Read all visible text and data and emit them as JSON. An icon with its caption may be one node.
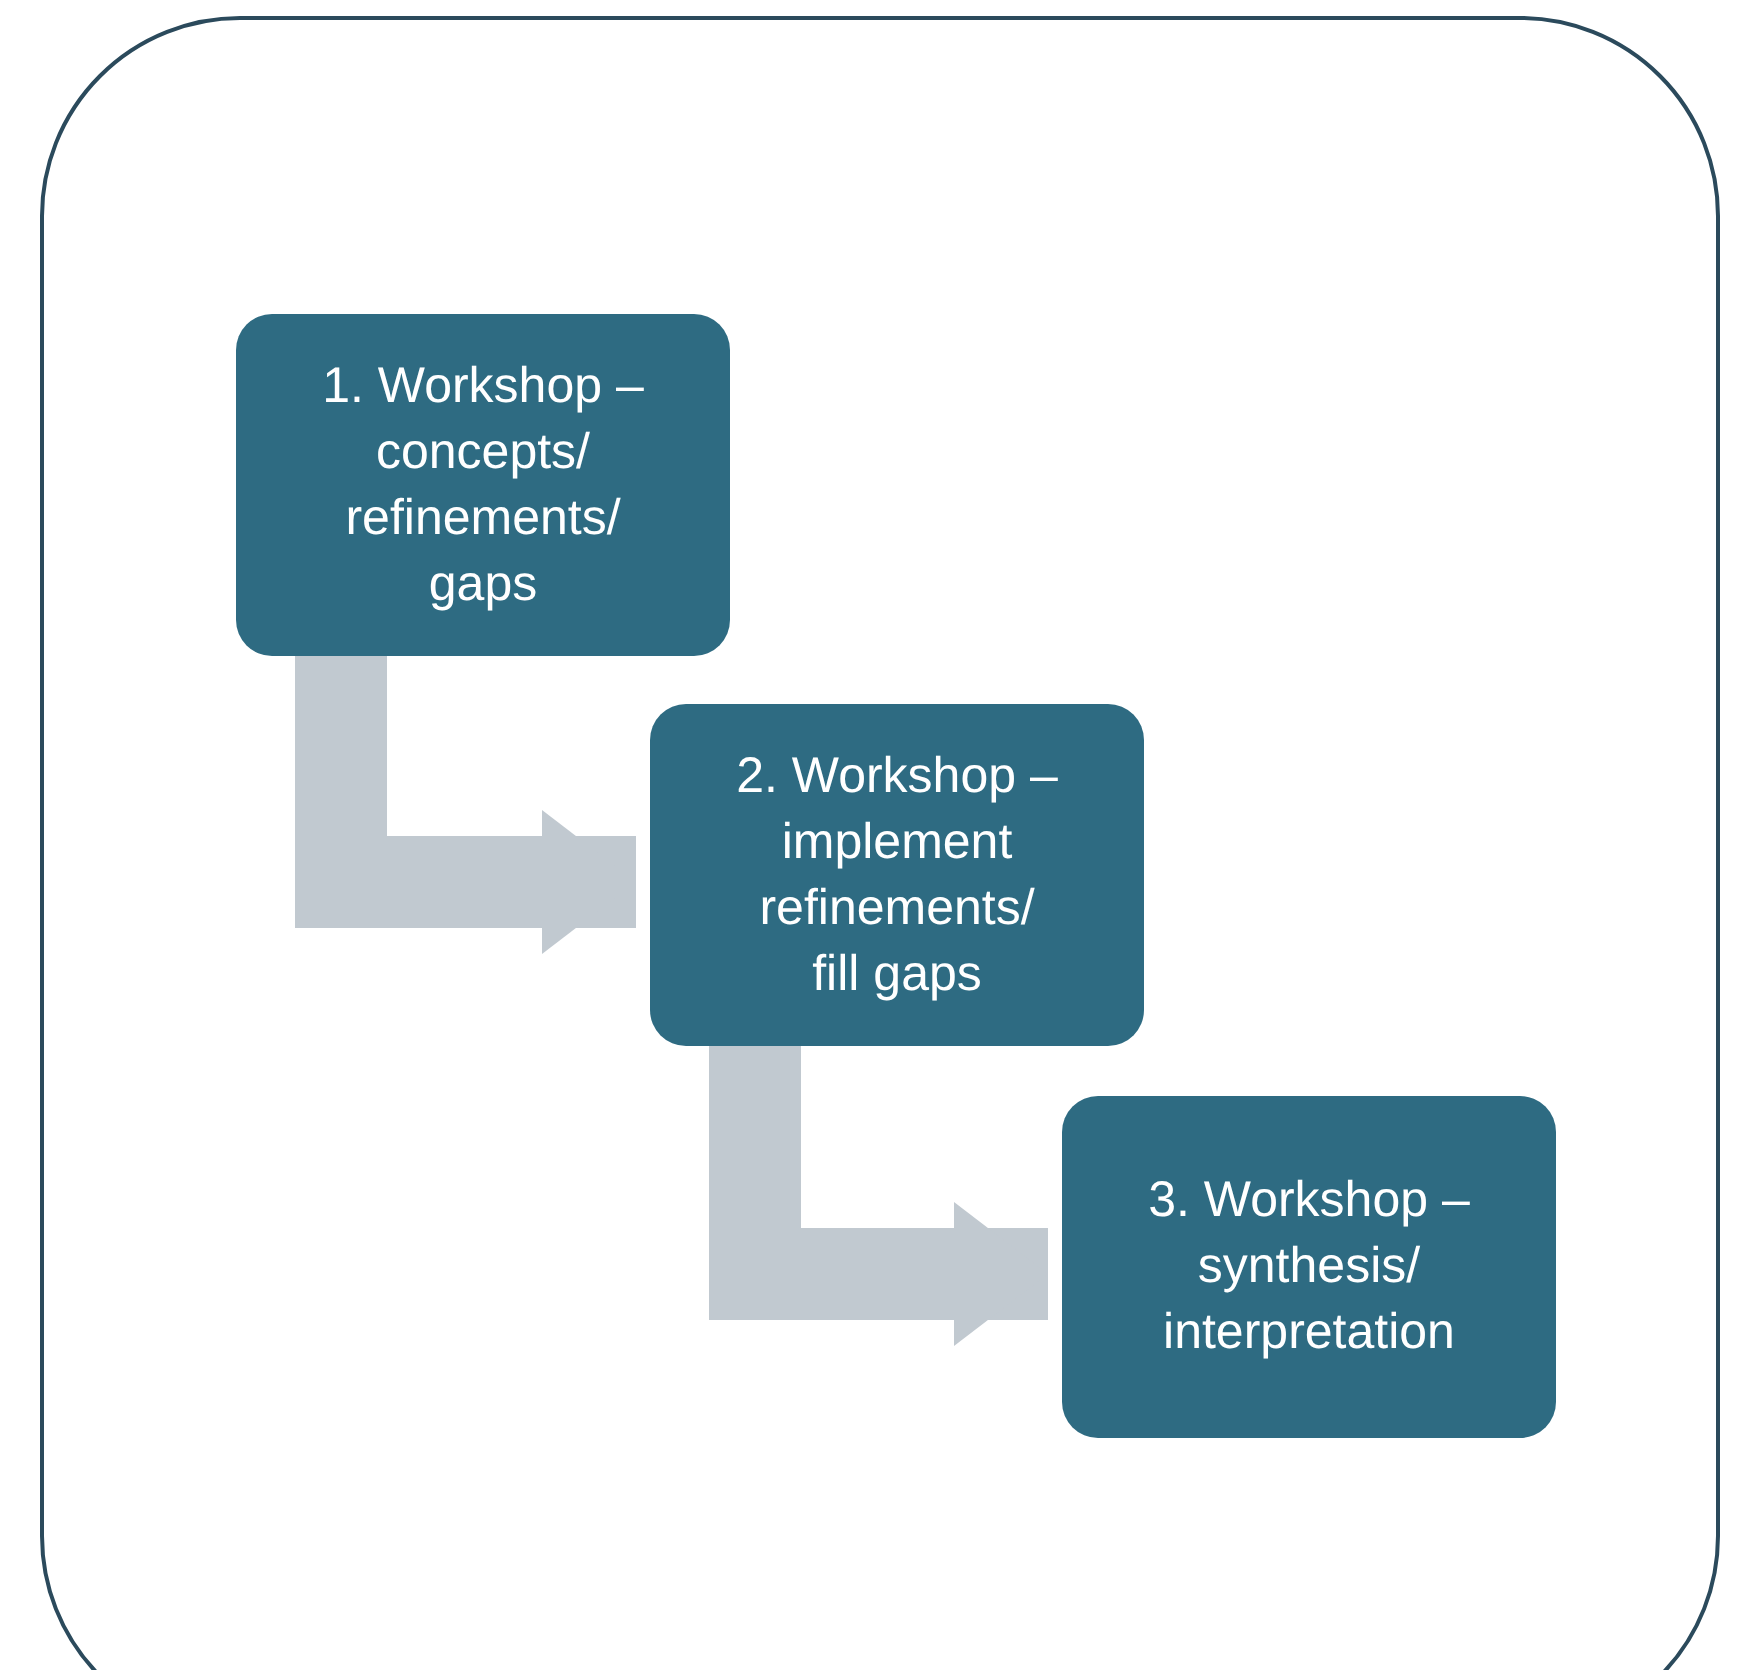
{
  "diagram": {
    "nodes": [
      {
        "text": [
          "1. Workshop – concepts/ refinements/ gaps"
        ]
      },
      {
        "text": [
          "2. Workshop – implement refinements/ fill gaps"
        ]
      },
      {
        "text": [
          "3. Workshop – synthesis/ interpretation"
        ]
      }
    ],
    "edges": [
      {
        "from": 0,
        "to": 1,
        "arrow": "to"
      },
      {
        "from": 1,
        "to": 2,
        "arrow": "to"
      }
    ]
  }
}
